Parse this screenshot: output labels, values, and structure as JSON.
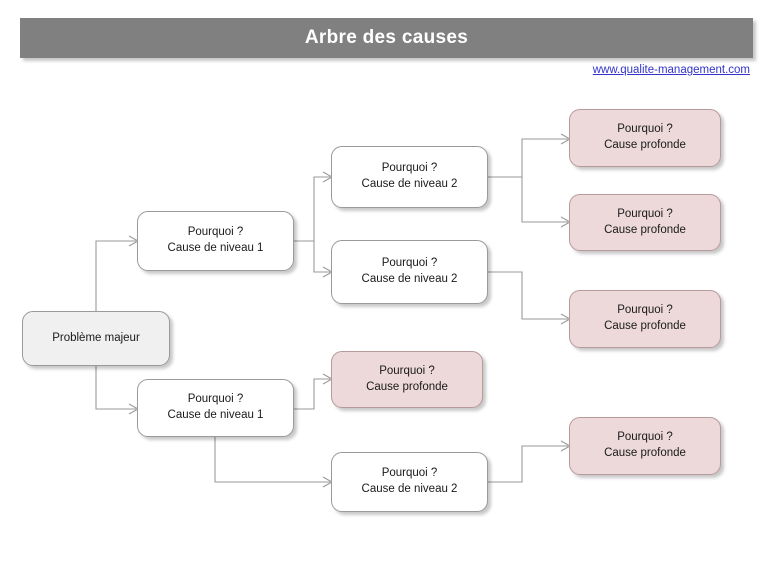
{
  "header": {
    "title": "Arbre des causes",
    "bar_color": "#808080",
    "title_color": "#ffffff"
  },
  "link": {
    "label": "www.qualite-management.com",
    "color": "#3333cc"
  },
  "colors": {
    "root_fill": "#f0f0f0",
    "cause_fill": "#ffffff",
    "deep_fill": "#edd9da",
    "border": "#9a9a9a",
    "connector": "#9a9a9a",
    "page_background": "#ffffff"
  },
  "diagram": {
    "type": "cause-tree",
    "nodes": [
      {
        "id": "root",
        "kind": "root",
        "line1": "Problème majeur",
        "line2": ""
      },
      {
        "id": "n1-top",
        "kind": "cause",
        "line1": "Pourquoi ?",
        "line2": "Cause de niveau 1"
      },
      {
        "id": "n1-bottom",
        "kind": "cause",
        "line1": "Pourquoi ?",
        "line2": "Cause de niveau 1"
      },
      {
        "id": "n2-a",
        "kind": "cause",
        "line1": "Pourquoi ?",
        "line2": "Cause de niveau 2"
      },
      {
        "id": "n2-b",
        "kind": "cause",
        "line1": "Pourquoi ?",
        "line2": "Cause de niveau 2"
      },
      {
        "id": "n2-c",
        "kind": "cause",
        "line1": "Pourquoi ?",
        "line2": "Cause de niveau 2"
      },
      {
        "id": "deep-1",
        "kind": "deep",
        "line1": "Pourquoi ?",
        "line2": "Cause profonde"
      },
      {
        "id": "deep-2",
        "kind": "deep",
        "line1": "Pourquoi ?",
        "line2": "Cause profonde"
      },
      {
        "id": "deep-3",
        "kind": "deep",
        "line1": "Pourquoi ?",
        "line2": "Cause profonde"
      },
      {
        "id": "deep-4",
        "kind": "deep",
        "line1": "Pourquoi ?",
        "line2": "Cause profonde"
      },
      {
        "id": "deep-5",
        "kind": "deep",
        "line1": "Pourquoi ?",
        "line2": "Cause profonde"
      }
    ],
    "edges": [
      {
        "from": "root",
        "to": "n1-top"
      },
      {
        "from": "root",
        "to": "n1-bottom"
      },
      {
        "from": "n1-top",
        "to": "n2-a"
      },
      {
        "from": "n1-top",
        "to": "n2-b"
      },
      {
        "from": "n1-bottom",
        "to": "deep-4"
      },
      {
        "from": "n1-bottom",
        "to": "n2-c"
      },
      {
        "from": "n2-a",
        "to": "deep-1"
      },
      {
        "from": "n2-a",
        "to": "deep-2"
      },
      {
        "from": "n2-b",
        "to": "deep-3"
      },
      {
        "from": "n2-c",
        "to": "deep-5"
      }
    ]
  }
}
